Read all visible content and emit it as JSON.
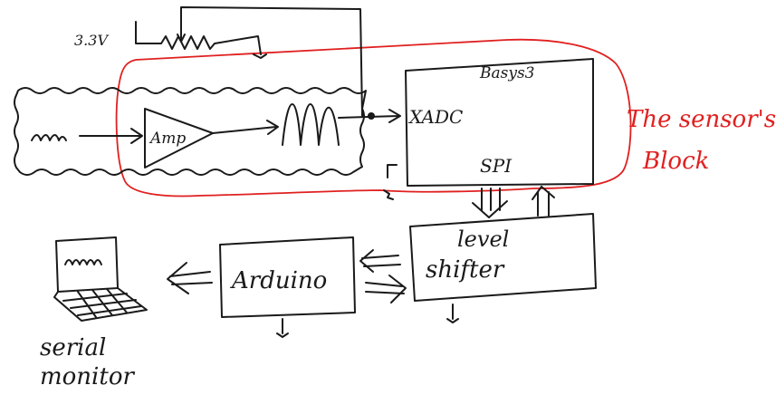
{
  "diagram": {
    "labels": {
      "supply": "3.3V",
      "amp": "Amp",
      "board": "Basys3",
      "xadc": "XADC",
      "spi": "SPI",
      "level_shifter_line1": "level",
      "level_shifter_line2": "shifter",
      "arduino": "Arduino",
      "serial_line1": "serial",
      "serial_line2": "monitor",
      "sensor_block_line1": "The sensor's",
      "sensor_block_line2": "Block"
    },
    "colors": {
      "ink": "#1a1a1a",
      "sensor_outline": "#e02020"
    }
  }
}
